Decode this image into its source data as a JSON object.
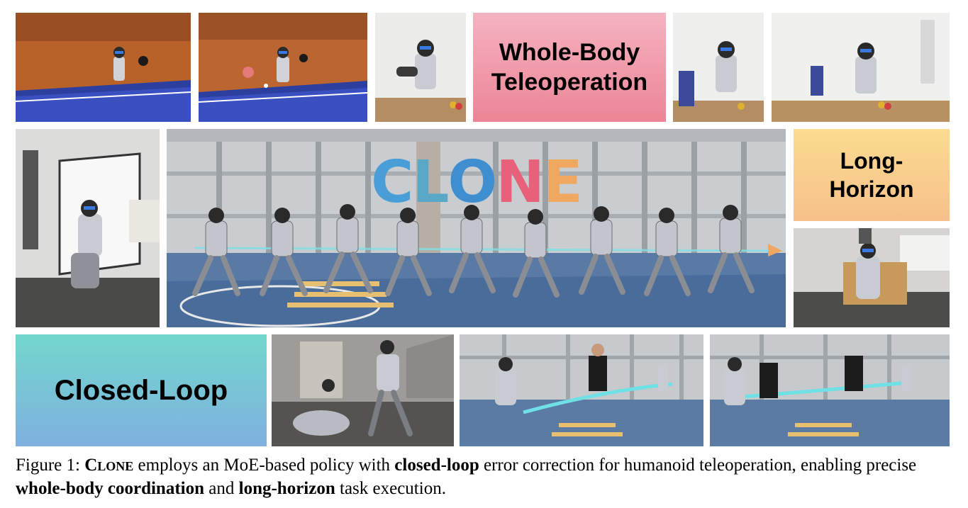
{
  "labels": {
    "teleop_line1": "Whole-Body",
    "teleop_line2": "Teleoperation",
    "long_line1": "Long-",
    "long_line2": "Horizon",
    "closed_loop": "Closed-Loop"
  },
  "title_letters": [
    {
      "ch": "C",
      "color": "#4a9ed8"
    },
    {
      "ch": "L",
      "color": "#5aa8c8"
    },
    {
      "ch": "O",
      "color": "#3f8fd0"
    },
    {
      "ch": "N",
      "color": "#e8607a"
    },
    {
      "ch": "E",
      "color": "#f0a860"
    }
  ],
  "caption": {
    "prefix": "Figure 1: ",
    "name": "Clone",
    "t1": " employs an MoE-based policy with ",
    "b1": "closed-loop",
    "t2": " error correction for humanoid teleoperation, enabling precise ",
    "b2": "whole-body coordination",
    "t3": " and ",
    "b3": "long-horizon",
    "t4": " task execution."
  },
  "colors": {
    "teleop_tile": "#ef8fa0",
    "long_tile": "#f8c888",
    "closed_tile_top": "#72d8cc",
    "closed_tile_bottom": "#7fb0e0"
  }
}
